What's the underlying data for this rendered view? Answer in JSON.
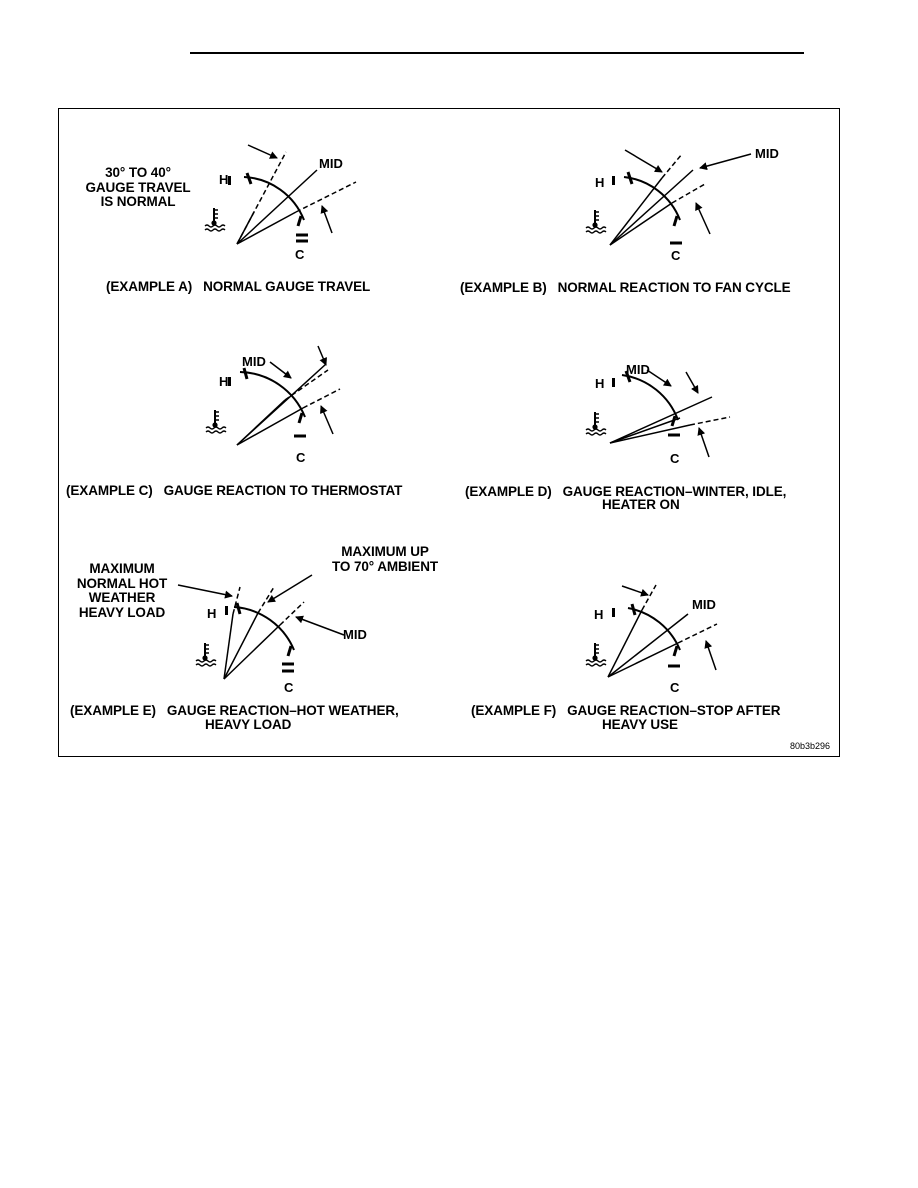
{
  "figure_id": "80b3b296",
  "panels": [
    {
      "caption_line1": "(EXAMPLE A)   NORMAL GAUGE TRAVEL",
      "caption_line2": "",
      "callout": "30° TO 40°\nGAUGE TRAVEL\nIS NORMAL",
      "hot_label": "H",
      "mid_label": "MID",
      "cold_label": "C"
    },
    {
      "caption_line1": "(EXAMPLE B)   NORMAL REACTION TO FAN CYCLE",
      "caption_line2": "",
      "hot_label": "H",
      "mid_label": "MID",
      "cold_label": "C"
    },
    {
      "caption_line1": "(EXAMPLE C)   GAUGE REACTION TO THERMOSTAT",
      "caption_line2": "",
      "hot_label": "H",
      "mid_label": "MID",
      "cold_label": "C"
    },
    {
      "caption_line1": "(EXAMPLE D)   GAUGE REACTION–WINTER, IDLE,",
      "caption_line2": "HEATER ON",
      "hot_label": "H",
      "mid_label": "MID",
      "cold_label": "C"
    },
    {
      "caption_line1": "(EXAMPLE E)   GAUGE REACTION–HOT WEATHER,",
      "caption_line2": "HEAVY LOAD",
      "callout_left": "MAXIMUM\nNORMAL HOT\nWEATHER\nHEAVY LOAD",
      "callout_right": "MAXIMUM UP\nTO 70° AMBIENT",
      "hot_label": "H",
      "mid_label": "MID",
      "cold_label": "C"
    },
    {
      "caption_line1": "(EXAMPLE F)   GAUGE REACTION–STOP AFTER",
      "caption_line2": "HEAVY USE",
      "hot_label": "H",
      "mid_label": "MID",
      "cold_label": "C"
    }
  ]
}
